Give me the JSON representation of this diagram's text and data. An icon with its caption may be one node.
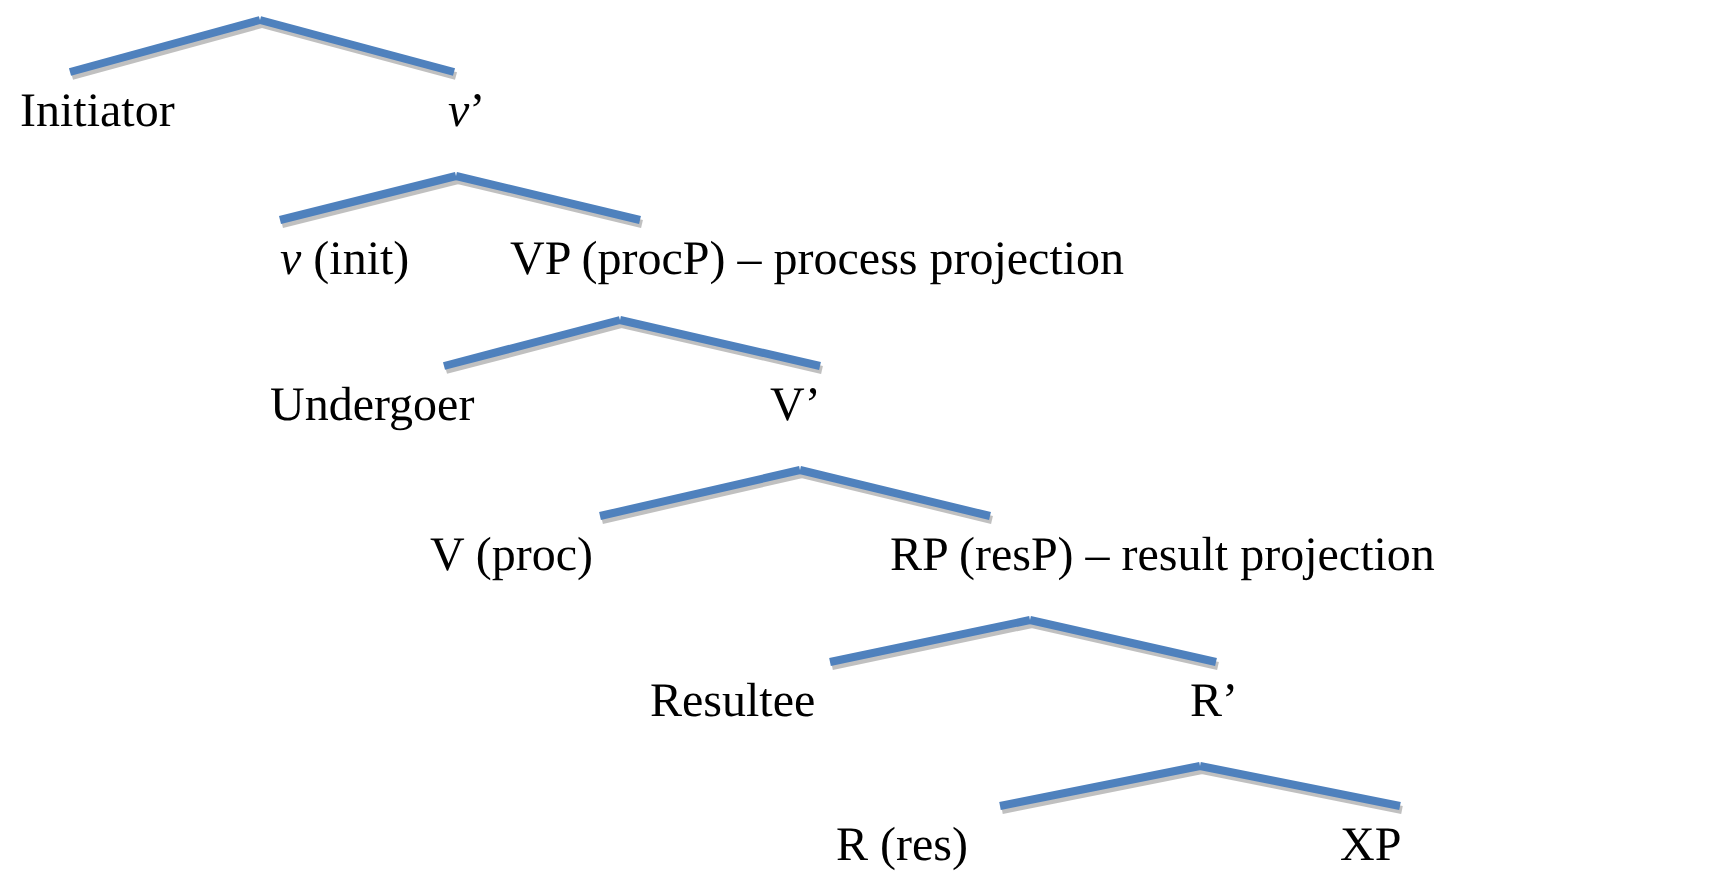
{
  "diagram": {
    "nodes": [
      {
        "text": [
          "Initiator"
        ]
      },
      {
        "text": [
          "*v*’"
        ]
      },
      {
        "text": [
          "*v* (init)"
        ]
      },
      {
        "text": [
          "VP (procP) – process projection"
        ]
      },
      {
        "text": [
          "Undergoer"
        ]
      },
      {
        "text": [
          "V’"
        ]
      },
      {
        "text": [
          "V (proc)"
        ]
      },
      {
        "text": [
          "RP (resP) – result projection"
        ]
      },
      {
        "text": [
          "Resultee"
        ]
      },
      {
        "text": [
          "R’"
        ]
      },
      {
        "text": [
          "R (res)"
        ]
      },
      {
        "text": [
          "XP"
        ]
      }
    ],
    "edges": [
      {
        "from": null,
        "to": 0,
        "arrow": "none"
      },
      {
        "from": null,
        "to": 1,
        "arrow": "none"
      },
      {
        "from": 1,
        "to": 2,
        "arrow": "none"
      },
      {
        "from": 1,
        "to": 3,
        "arrow": "none"
      },
      {
        "from": 3,
        "to": 4,
        "arrow": "none"
      },
      {
        "from": 3,
        "to": 5,
        "arrow": "none"
      },
      {
        "from": 5,
        "to": 6,
        "arrow": "none"
      },
      {
        "from": 5,
        "to": 7,
        "arrow": "none"
      },
      {
        "from": 7,
        "to": 8,
        "arrow": "none"
      },
      {
        "from": 7,
        "to": 9,
        "arrow": "none"
      },
      {
        "from": 9,
        "to": 10,
        "arrow": "none"
      },
      {
        "from": 9,
        "to": 11,
        "arrow": "none"
      }
    ]
  }
}
